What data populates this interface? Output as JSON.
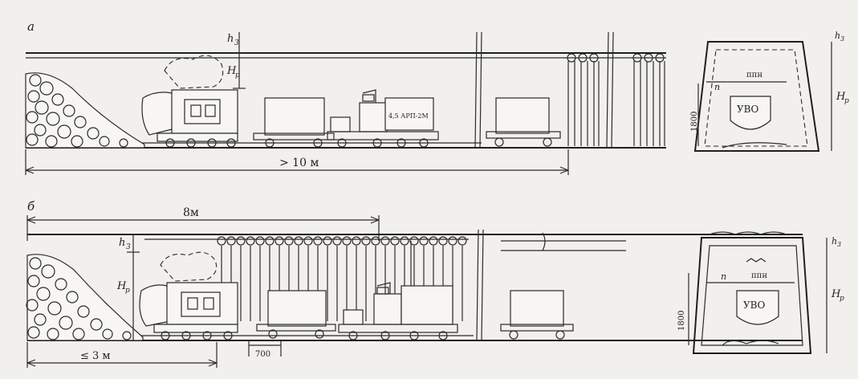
{
  "figure": {
    "panel_a": {
      "label": "а",
      "dim_length": "> 10 м",
      "dim_h3": "h",
      "dim_h3_sub": "3",
      "dim_hp": "H",
      "dim_hp_sub": "p",
      "loco_label": "4,5 АРП-2М"
    },
    "panel_b": {
      "label": "б",
      "dim_8m": "8м",
      "dim_3m": "≤ 3 м",
      "dim_700": "700",
      "dim_h3": "h",
      "dim_h3_sub": "3",
      "dim_hp": "H",
      "dim_hp_sub": "p"
    },
    "section_a": {
      "dim_1800": "1800",
      "dim_n": "n",
      "dim_hp": "H",
      "dim_hp_sub": "p",
      "dim_h3": "h",
      "dim_h3_sub": "3",
      "ppn": "ппн",
      "uvo": "УВО"
    },
    "section_b": {
      "dim_1800": "1800",
      "dim_n": "n",
      "dim_hp": "H",
      "dim_hp_sub": "p",
      "dim_h3": "h",
      "dim_h3_sub": "3",
      "ppn": "ппн",
      "uvo": "УВО"
    }
  }
}
